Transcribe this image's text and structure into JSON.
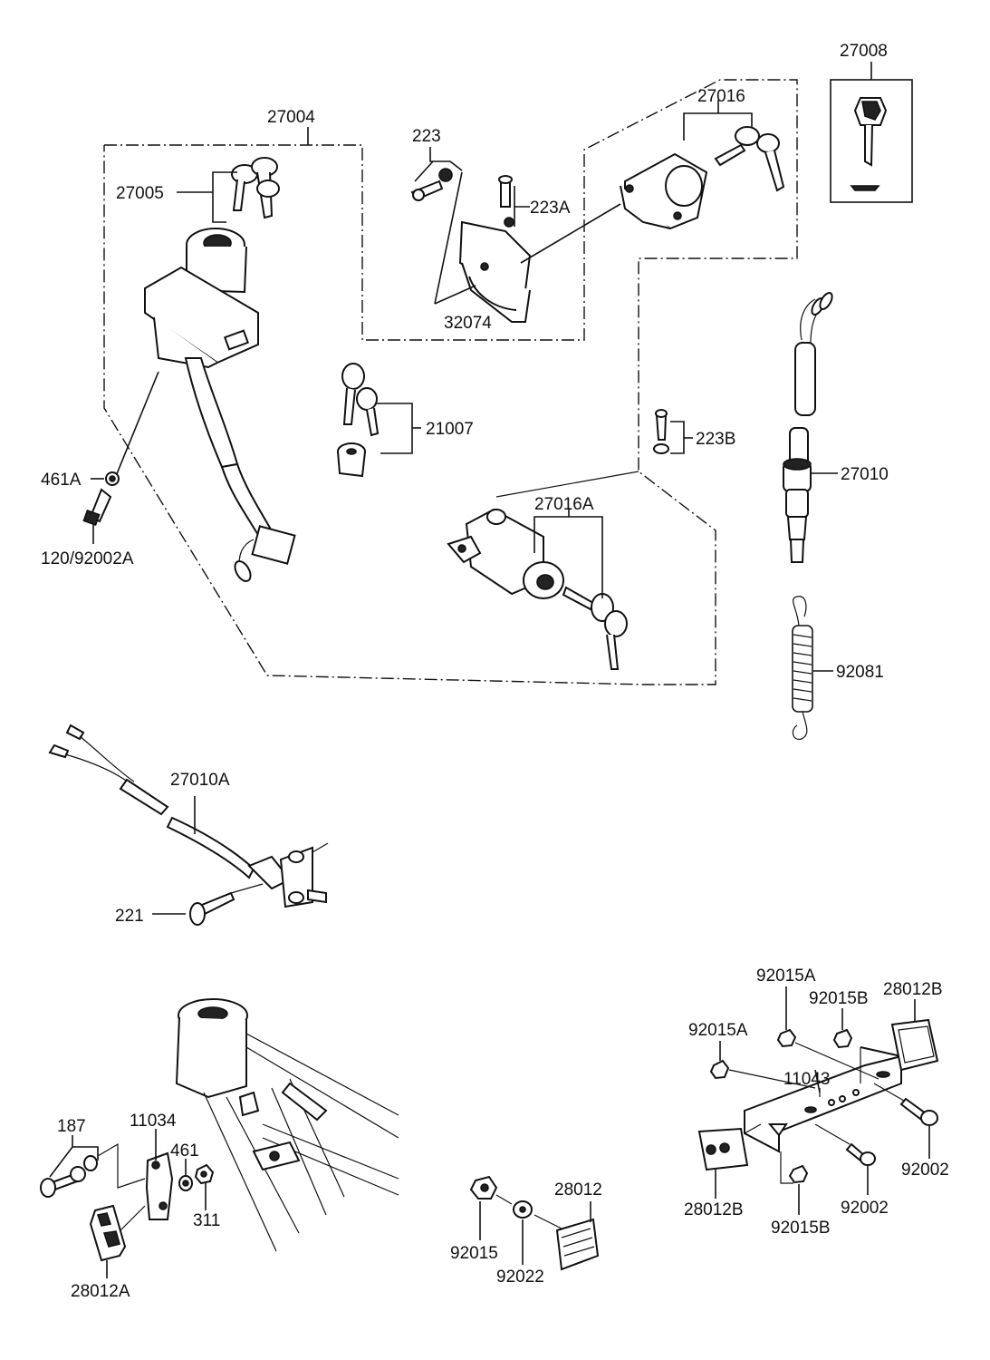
{
  "labels": {
    "l27004": "27004",
    "l27005": "27005",
    "l461A": "461A",
    "l120_92002A": "120/92002A",
    "l223": "223",
    "l223A": "223A",
    "l32074": "32074",
    "l27016": "27016",
    "l27008": "27008",
    "l21007": "21007",
    "l223B": "223B",
    "l27016A": "27016A",
    "l27010": "27010",
    "l92081": "92081",
    "l27010A": "27010A",
    "l221": "221",
    "l187": "187",
    "l11034": "11034",
    "l461": "461",
    "l311": "311",
    "l28012A": "28012A",
    "l92015": "92015",
    "l92022": "92022",
    "l28012": "28012",
    "l92015A_top": "92015A",
    "l92015B_top": "92015B",
    "l28012B_top": "28012B",
    "l92015A_left": "92015A",
    "l11043": "11043",
    "l92002_right": "92002",
    "l28012B_bottom": "28012B",
    "l92002_bottom": "92002",
    "l92015B_bottom": "92015B"
  }
}
